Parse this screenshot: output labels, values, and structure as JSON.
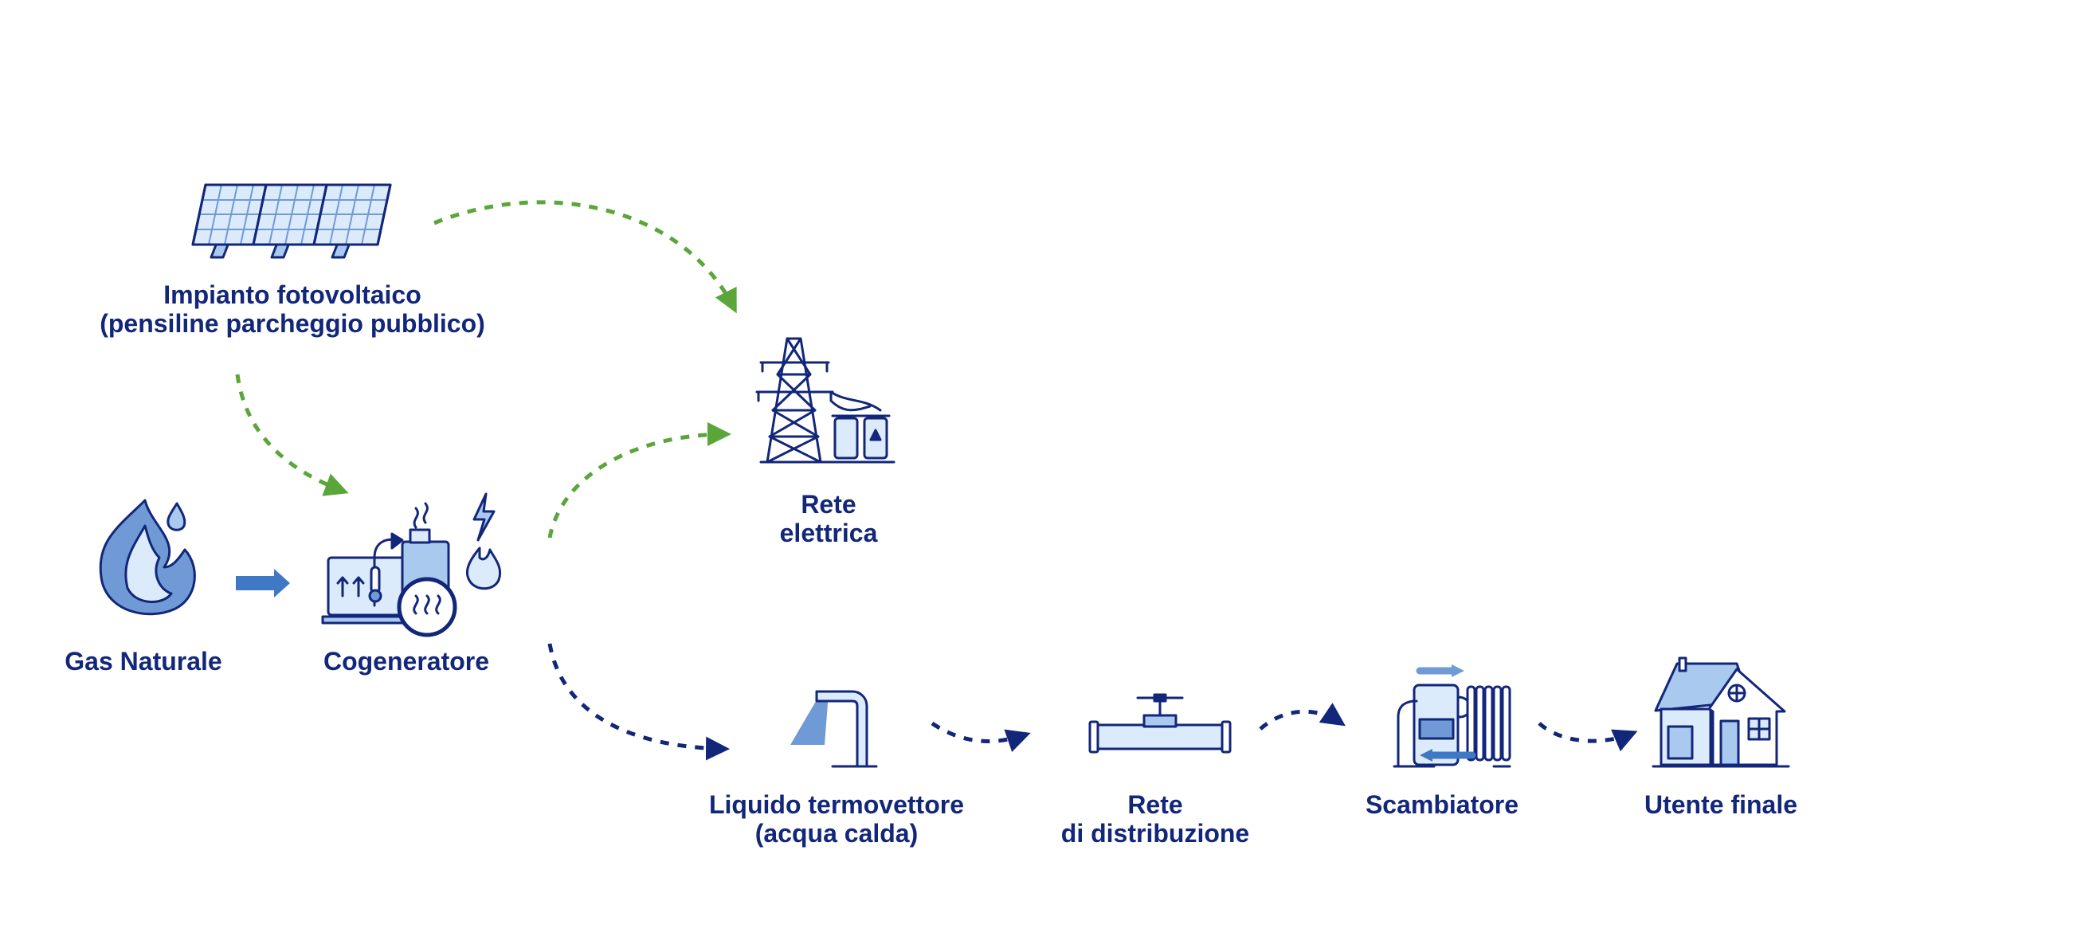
{
  "colors": {
    "navy": "#12267a",
    "green": "#5aa63a",
    "blue": "#3f78c4",
    "light_blue": "#a9c9ee",
    "pale_blue": "#dcebfb"
  },
  "nodes": {
    "pv": {
      "icon": "solar-panel-icon",
      "line1": "Impianto fotovoltaico",
      "line2": "(pensiline parcheggio pubblico)"
    },
    "grid": {
      "icon": "power-pylon-icon",
      "line1": "Rete",
      "line2": "elettrica"
    },
    "gas": {
      "icon": "gas-flame-icon",
      "line1": "Gas Naturale"
    },
    "cogen": {
      "icon": "cogenerator-icon",
      "line1": "Cogeneratore"
    },
    "fluid": {
      "icon": "tap-icon",
      "line1": "Liquido termovettore",
      "line2": "(acqua calda)"
    },
    "network": {
      "icon": "pipe-valve-icon",
      "line1": "Rete",
      "line2": "di distribuzione"
    },
    "exchanger": {
      "icon": "heat-exchanger-icon",
      "line1": "Scambiatore"
    },
    "user": {
      "icon": "house-icon",
      "line1": "Utente finale"
    }
  },
  "edges": [
    {
      "from": "pv",
      "to": "grid",
      "kind": "electric"
    },
    {
      "from": "pv",
      "to": "cogen",
      "kind": "electric"
    },
    {
      "from": "cogen",
      "to": "grid",
      "kind": "electric"
    },
    {
      "from": "gas",
      "to": "cogen",
      "kind": "fuel"
    },
    {
      "from": "cogen",
      "to": "fluid",
      "kind": "thermal"
    },
    {
      "from": "fluid",
      "to": "network",
      "kind": "thermal"
    },
    {
      "from": "network",
      "to": "exchanger",
      "kind": "thermal"
    },
    {
      "from": "exchanger",
      "to": "user",
      "kind": "thermal"
    }
  ]
}
